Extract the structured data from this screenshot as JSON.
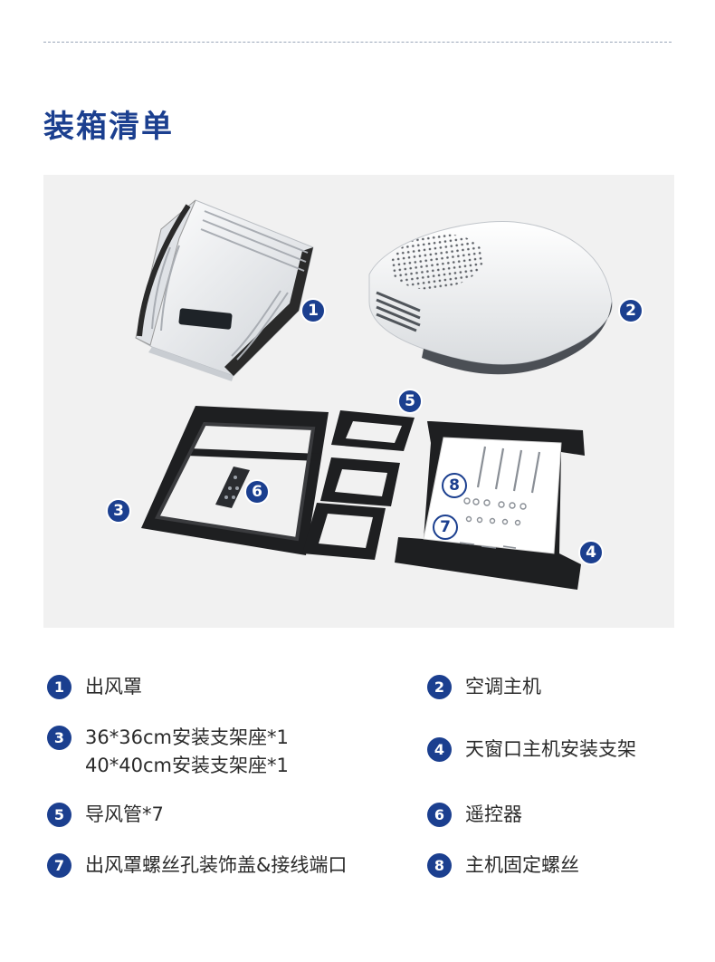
{
  "title": "装箱清单",
  "photo_badges": [
    {
      "n": "1",
      "style": "dark"
    },
    {
      "n": "2",
      "style": "dark"
    },
    {
      "n": "3",
      "style": "dark"
    },
    {
      "n": "4",
      "style": "dark"
    },
    {
      "n": "5",
      "style": "dark"
    },
    {
      "n": "6",
      "style": "dark"
    },
    {
      "n": "7",
      "style": "light"
    },
    {
      "n": "8",
      "style": "light"
    }
  ],
  "legend": [
    {
      "n": "1",
      "lines": [
        "出风罩"
      ]
    },
    {
      "n": "2",
      "lines": [
        "空调主机"
      ]
    },
    {
      "n": "3",
      "lines": [
        "36*36cm安装支架座*1",
        "40*40cm安装支架座*1"
      ]
    },
    {
      "n": "4",
      "lines": [
        "天窗口主机安装支架"
      ]
    },
    {
      "n": "5",
      "lines": [
        "导风管*7"
      ]
    },
    {
      "n": "6",
      "lines": [
        "遥控器"
      ]
    },
    {
      "n": "7",
      "lines": [
        "出风罩螺丝孔装饰盖&接线端口"
      ]
    },
    {
      "n": "8",
      "lines": [
        "主机固定螺丝"
      ]
    }
  ],
  "colors": {
    "accent": "#1b3f8f",
    "panel": "#f1f1f1"
  },
  "icons": [
    "air-outlet-cover-image",
    "ac-unit-image",
    "mounting-frame-image",
    "roof-bracket-image",
    "air-duct-image",
    "remote-control-image",
    "screw-caps-image",
    "screws-image"
  ]
}
